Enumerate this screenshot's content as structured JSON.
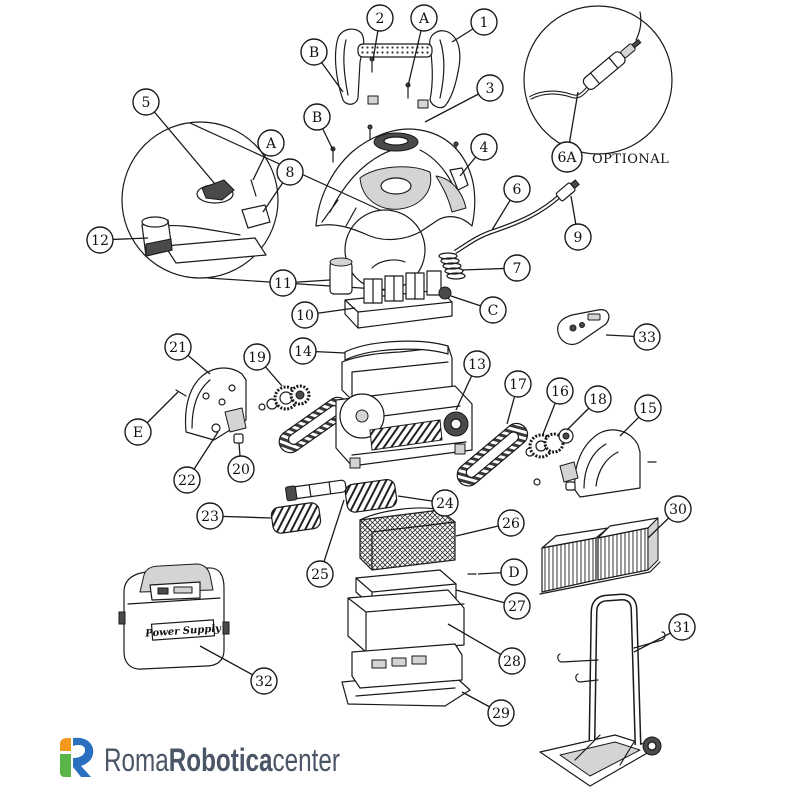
{
  "diagram": {
    "callouts": {
      "n1": "1",
      "n2": "2",
      "n3": "3",
      "n4": "4",
      "n5": "5",
      "n6": "6",
      "n6a": "6A",
      "n7": "7",
      "n8": "8",
      "n9": "9",
      "n10": "10",
      "n11": "11",
      "n12": "12",
      "n13": "13",
      "n14": "14",
      "n15": "15",
      "n16": "16",
      "n17": "17",
      "n18": "18",
      "n19": "19",
      "n20": "20",
      "n21": "21",
      "n22": "22",
      "n23": "23",
      "n24": "24",
      "n25": "25",
      "n26": "26",
      "n27": "27",
      "n28": "28",
      "n29": "29",
      "n30": "30",
      "n31": "31",
      "n32": "32",
      "n33": "33"
    },
    "letters": {
      "a_top": "A",
      "b_top": "B",
      "b_mid": "B",
      "a_inset": "A",
      "c": "C",
      "d": "D",
      "e": "E"
    },
    "optional_note": "OPTIONAL",
    "power_supply_label": "Power Supply"
  },
  "logo": {
    "roma": "Roma",
    "robotica": "Robotica",
    "center": "center"
  }
}
